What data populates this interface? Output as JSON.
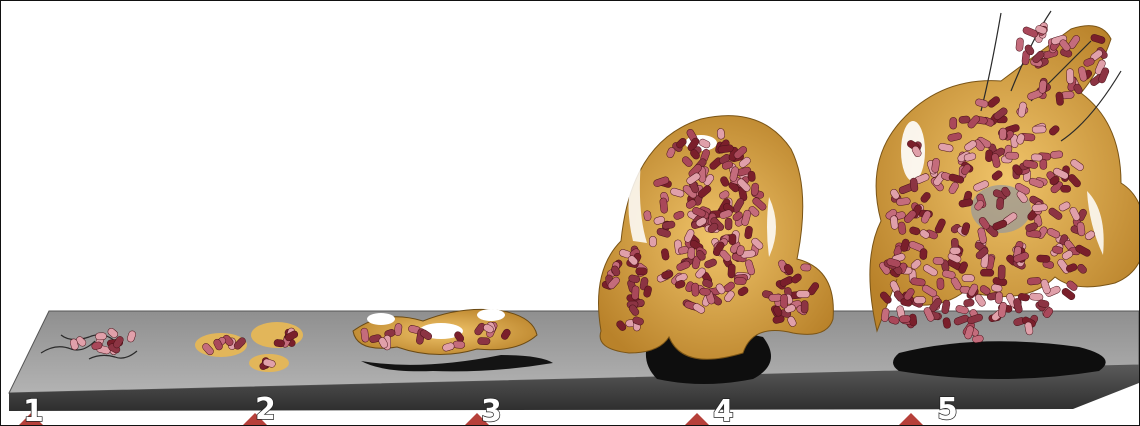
{
  "stages": [
    {
      "label": "1"
    },
    {
      "label": "2"
    },
    {
      "label": "3"
    },
    {
      "label": "4"
    },
    {
      "label": "5"
    }
  ],
  "colors": {
    "surface_top": "#9a9a9a",
    "surface_front": "#4a4a4a",
    "matrix": "#d9a441",
    "bacteria_dark": "#7a1f2b",
    "bacteria_mid": "#a9485a",
    "bacteria_light": "#e0a0aa",
    "shadow": "#111111",
    "marker": "#b6403a"
  }
}
